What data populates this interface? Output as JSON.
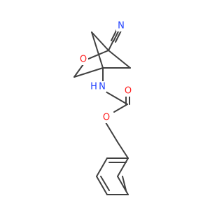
{
  "molecule": {
    "atom_labels": {
      "nitrile_n": "N",
      "ring_o": "O",
      "amide_n": "N",
      "amide_h": "H",
      "carbonyl_o": "O",
      "ester_o": "O"
    },
    "colors": {
      "bond": "#404040",
      "nitrogen": "#2040ff",
      "oxygen": "#ff2020",
      "background": "#ffffff"
    }
  }
}
